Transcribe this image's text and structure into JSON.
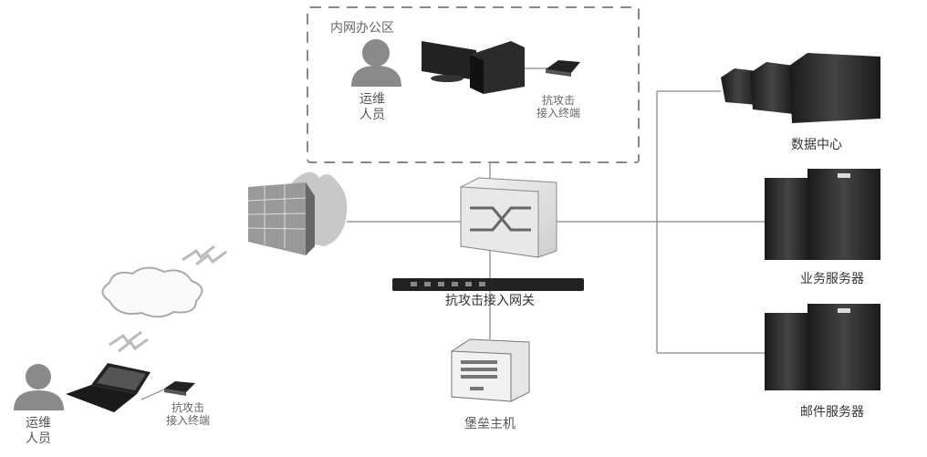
{
  "zone": {
    "title": "内网办公区"
  },
  "office_user": {
    "line1": "运维",
    "line2": "人员"
  },
  "office_terminal": {
    "line1": "抗攻击",
    "line2": "接入终端"
  },
  "remote_user": {
    "line1": "运维",
    "line2": "人员"
  },
  "remote_terminal": {
    "line1": "抗攻击",
    "line2": "接入终端"
  },
  "gateway": {
    "label": "抗攻击接入网关"
  },
  "bastion": {
    "label": "堡垒主机"
  },
  "datacenter": {
    "label": "数据中心"
  },
  "business_server": {
    "label": "业务服务器"
  },
  "mail_server": {
    "label": "邮件服务器"
  },
  "colors": {
    "line": "#9a9a9a",
    "device": "#2a2a2a",
    "person": "#8a8a8a"
  }
}
